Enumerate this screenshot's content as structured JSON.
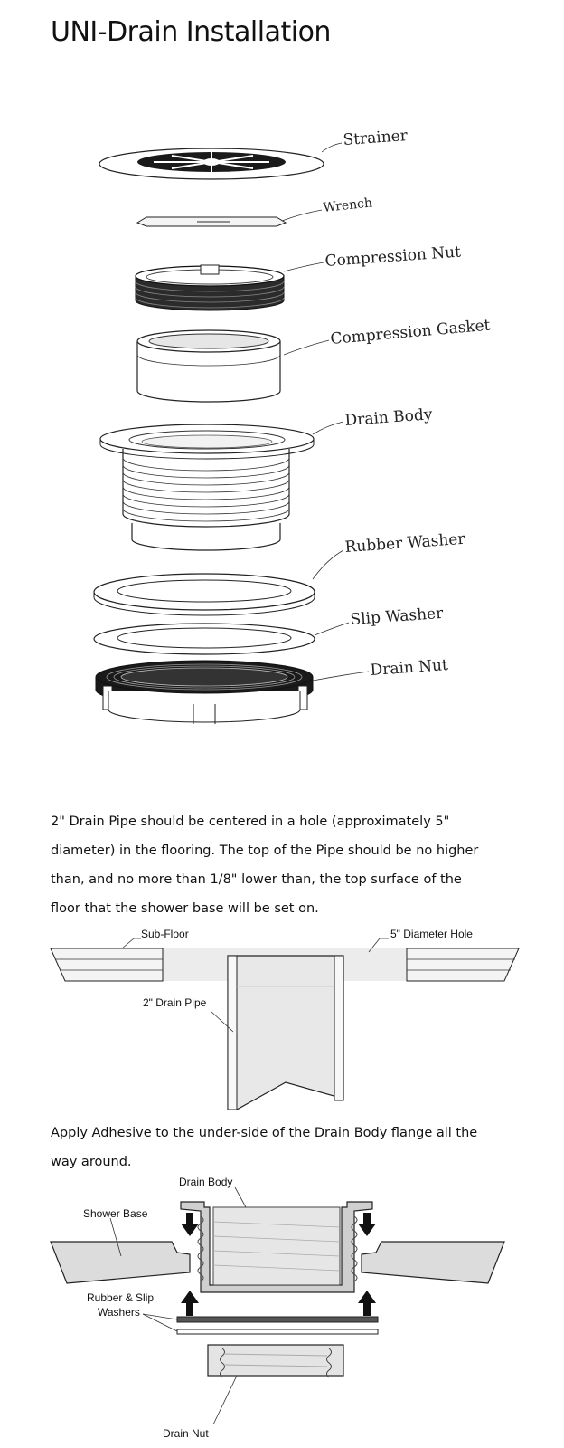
{
  "page": {
    "title": "UNI-Drain Installation"
  },
  "exploded_view": {
    "labels": {
      "strainer": "Strainer",
      "wrench": "Wrench",
      "compression_nut": "Compression Nut",
      "compression_gasket": "Compression Gasket",
      "drain_body": "Drain Body",
      "rubber_washer": "Rubber Washer",
      "slip_washer": "Slip Washer",
      "drain_nut": "Drain Nut"
    }
  },
  "step1": {
    "text": "2\" Drain Pipe should be centered in a hole (approximately 5\" diameter) in the flooring. The top of the Pipe should be no higher than, and no more than 1/8\" lower than, the top surface of the floor that the shower base will be set on."
  },
  "pipe_diagram": {
    "sub_floor": "Sub-Floor",
    "hole": "5\" Diameter Hole",
    "drain_pipe": "2\" Drain Pipe"
  },
  "step2": {
    "text": "Apply Adhesive to the under-side of the Drain Body flange all the way around."
  },
  "adhesive_diagram": {
    "drain_body": "Drain Body",
    "shower_base": "Shower Base",
    "washers_line1": "Rubber & Slip",
    "washers_line2": "Washers",
    "drain_nut": "Drain Nut"
  },
  "colors": {
    "line": "#222222",
    "grey_fill": "#dcdcdc",
    "light_fill": "#efefef",
    "dark_fill": "#1a1a1a"
  }
}
